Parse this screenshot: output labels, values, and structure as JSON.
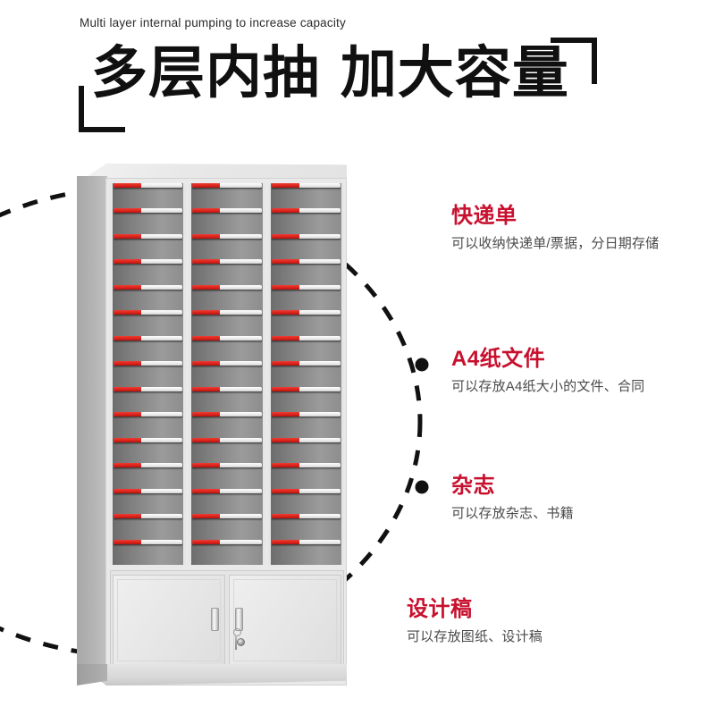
{
  "header": {
    "subtitle_en": "Multi layer internal pumping to increase capacity",
    "title_cn": "多层内抽 加大容量",
    "bracket_bottom_left": "corner-bracket",
    "bracket_top_right": "corner-bracket"
  },
  "colors": {
    "accent_red": "#c8102e",
    "drawer_label_red": "#d8211a",
    "title_black": "#101010",
    "body_text_gray": "#4a4a4a",
    "cabinet_light_gray": "#e9e9e9",
    "cabinet_side_gray": "#b4b4b4",
    "drawer_interior_gray": "#858585",
    "background": "#ffffff"
  },
  "product": {
    "name": "multi-drawer-filing-cabinet",
    "drawer_columns": 3,
    "drawer_rows": 15,
    "total_drawers": 45,
    "door_count": 2,
    "lock": "key-lock-with-keys"
  },
  "annotations": [
    {
      "heading": "快递单",
      "body": "可以收纳快递单/票据，分日期存储",
      "marker": "callout-dot"
    },
    {
      "heading": "A4纸文件",
      "body": "可以存放A4纸大小的文件、合同",
      "marker": "callout-dot"
    },
    {
      "heading": "杂志",
      "body": "可以存放杂志、书籍",
      "marker": "callout-dot"
    },
    {
      "heading": "设计稿",
      "body": "可以存放图纸、设计稿",
      "marker": "callout-dot"
    }
  ],
  "decor": {
    "dashed_circle": "dashed-ellipse-outline",
    "dot_radius": 7
  }
}
